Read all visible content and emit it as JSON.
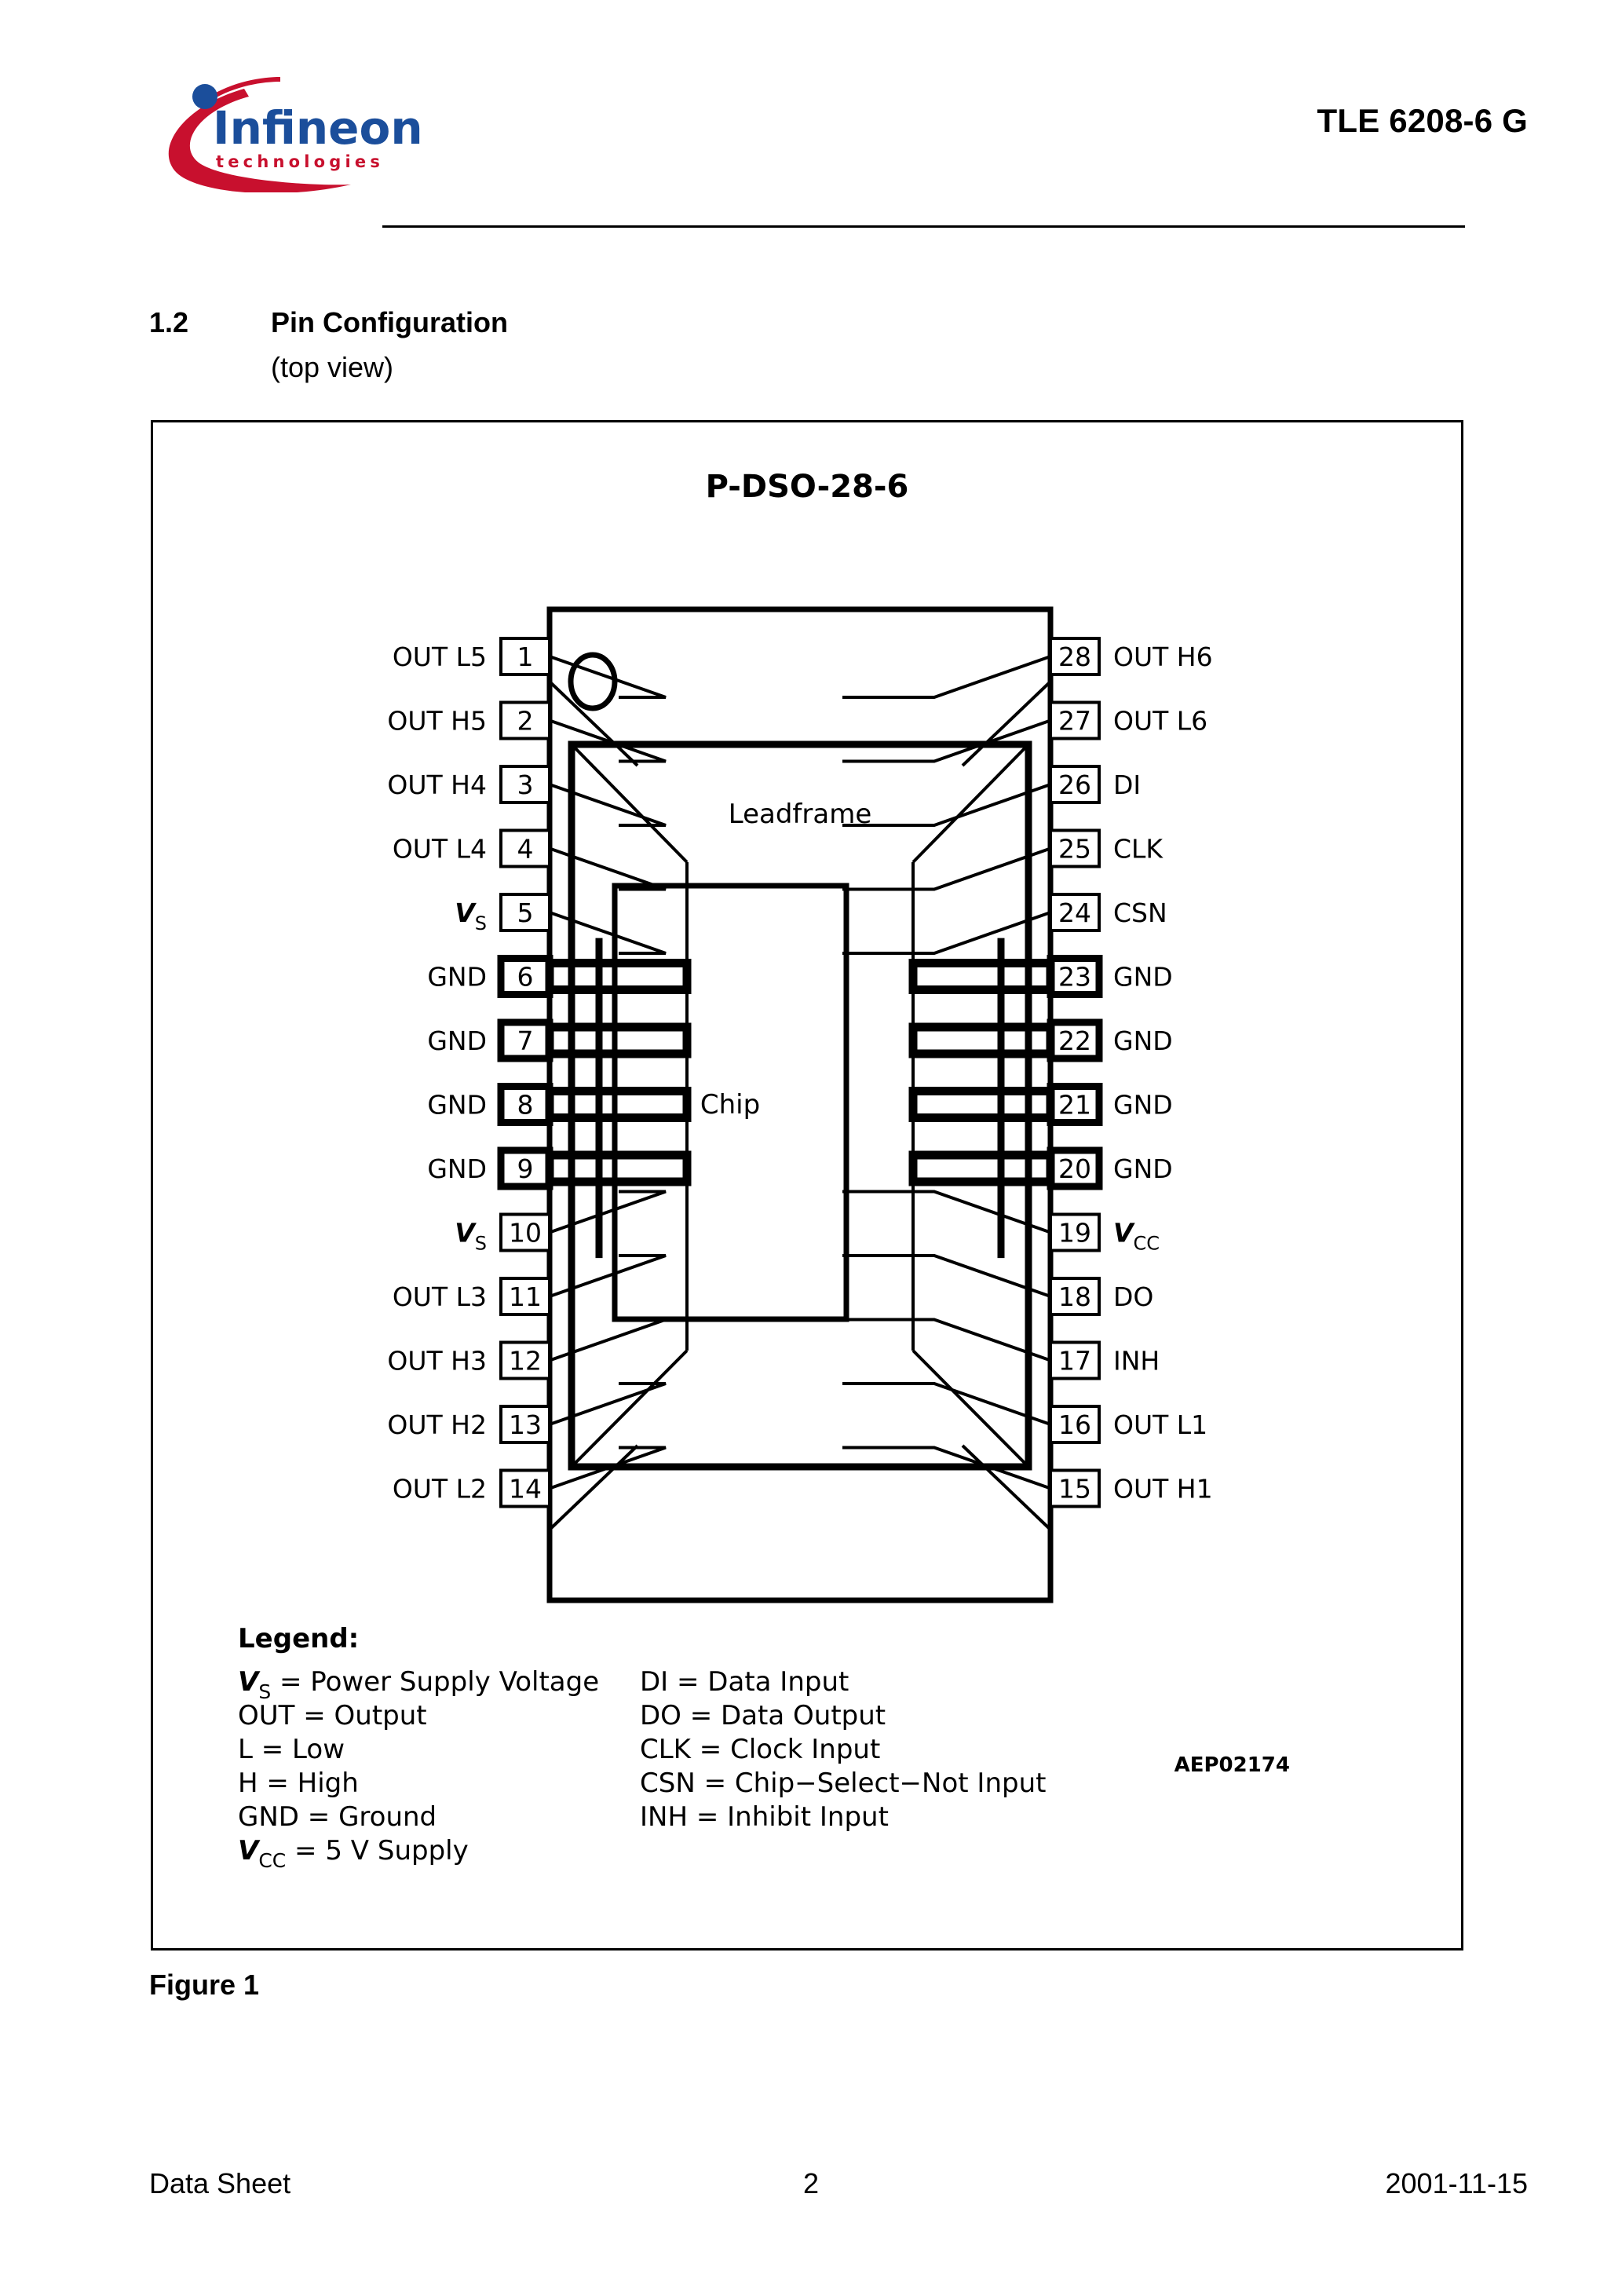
{
  "header": {
    "logo_name": "infineon-logo",
    "logo_wordmark": "Infineon",
    "logo_tagline": "technologies",
    "logo_blue": "#1b4e9b",
    "logo_red": "#c8102e",
    "doc_title": "TLE 6208-6 G"
  },
  "section": {
    "number": "1.2",
    "title": "Pin Configuration",
    "subtitle": "(top view)"
  },
  "figure": {
    "package_title": "P-DSO-28-6",
    "leadframe_label": "Leadframe",
    "chip_label": "Chip",
    "drawing_ref": "AEP02174",
    "caption": "Figure 1"
  },
  "pins_left": [
    {
      "number": "1",
      "label": "OUT L5",
      "bus": false
    },
    {
      "number": "2",
      "label": "OUT H5",
      "bus": false
    },
    {
      "number": "3",
      "label": "OUT H4",
      "bus": false
    },
    {
      "number": "4",
      "label": "OUT L4",
      "bus": false
    },
    {
      "number": "5",
      "label": "VS",
      "bus": false,
      "italic_v": true,
      "sub": "S"
    },
    {
      "number": "6",
      "label": "GND",
      "bus": true
    },
    {
      "number": "7",
      "label": "GND",
      "bus": true
    },
    {
      "number": "8",
      "label": "GND",
      "bus": true
    },
    {
      "number": "9",
      "label": "GND",
      "bus": true
    },
    {
      "number": "10",
      "label": "VS",
      "bus": false,
      "italic_v": true,
      "sub": "S"
    },
    {
      "number": "11",
      "label": "OUT L3",
      "bus": false
    },
    {
      "number": "12",
      "label": "OUT H3",
      "bus": false
    },
    {
      "number": "13",
      "label": "OUT H2",
      "bus": false
    },
    {
      "number": "14",
      "label": "OUT L2",
      "bus": false
    }
  ],
  "pins_right": [
    {
      "number": "28",
      "label": "OUT H6",
      "bus": false
    },
    {
      "number": "27",
      "label": "OUT L6",
      "bus": false
    },
    {
      "number": "26",
      "label": "DI",
      "bus": false
    },
    {
      "number": "25",
      "label": "CLK",
      "bus": false
    },
    {
      "number": "24",
      "label": "CSN",
      "bus": false
    },
    {
      "number": "23",
      "label": "GND",
      "bus": true
    },
    {
      "number": "22",
      "label": "GND",
      "bus": true
    },
    {
      "number": "21",
      "label": "GND",
      "bus": true
    },
    {
      "number": "20",
      "label": "GND",
      "bus": true
    },
    {
      "number": "19",
      "label": "VCC",
      "bus": false,
      "italic_v": true,
      "sub": "CC"
    },
    {
      "number": "18",
      "label": "DO",
      "bus": false
    },
    {
      "number": "17",
      "label": "INH",
      "bus": false
    },
    {
      "number": "16",
      "label": "OUT L1",
      "bus": false
    },
    {
      "number": "15",
      "label": "OUT H1",
      "bus": false
    }
  ],
  "legend": {
    "heading": "Legend:",
    "left_items": [
      {
        "term": "VS",
        "italic_v": true,
        "sub": "S",
        "definition": "= Power  Supply  Voltage"
      },
      {
        "term": "OUT",
        "italic_v": false,
        "sub": "",
        "definition": "= Output"
      },
      {
        "term": "L",
        "italic_v": false,
        "sub": "",
        "definition": "= Low"
      },
      {
        "term": "H",
        "italic_v": false,
        "sub": "",
        "definition": "= High"
      },
      {
        "term": "GND",
        "italic_v": false,
        "sub": "",
        "definition": "= Ground"
      },
      {
        "term": "VCC",
        "italic_v": true,
        "sub": "CC",
        "definition": "= 5 V  Supply"
      }
    ],
    "right_items": [
      {
        "term": "DI",
        "definition": "= Data  Input"
      },
      {
        "term": "DO",
        "definition": "= Data  Output"
      },
      {
        "term": "CLK",
        "definition": "= Clock  Input"
      },
      {
        "term": "CSN",
        "definition": "= Chip−Select−Not  Input"
      },
      {
        "term": "INH",
        "definition": "= Inhibit  Input"
      }
    ]
  },
  "footer": {
    "left": "Data Sheet",
    "page": "2",
    "right": "2001-11-15"
  }
}
